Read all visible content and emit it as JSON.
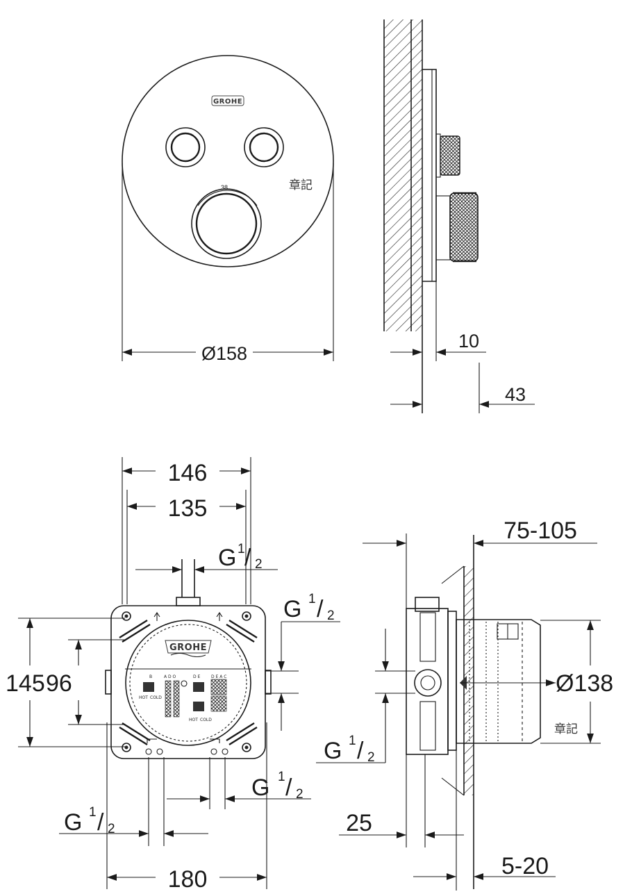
{
  "brand": "GROHE",
  "watermark_label": "章記",
  "dial_scale_value": "38",
  "dimensions": {
    "cover_diameter": "Ø158",
    "cover_depth": "10",
    "handle_projection": "43",
    "box_width_outer": "146",
    "box_width_inner": "135",
    "box_height_outer": "145",
    "box_height_inner": "96",
    "box_bottom_width": "180",
    "install_depth": "75-105",
    "body_diameter": "Ø138",
    "front_offset": "25",
    "wall_tolerance": "5-20"
  },
  "threads": {
    "prefix": "G",
    "numerator": "1",
    "denominator": "2"
  },
  "diagram_symbols": {
    "hot": "HOT",
    "cold": "COLD",
    "group_1": "A D O",
    "group_2": "D E",
    "group_3": "D E A C",
    "single": "B"
  }
}
